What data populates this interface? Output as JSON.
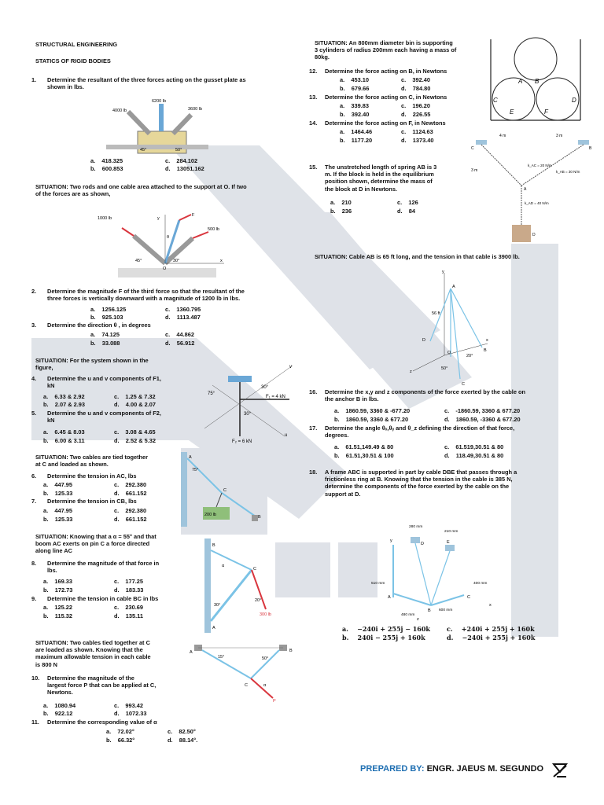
{
  "colors": {
    "accent": "#1f6fb2",
    "watermark": "#c5ccd6",
    "cable": "#7bc3e6",
    "force": "#d9363e"
  },
  "header": {
    "subject": "STRUCTURAL ENGINEERING",
    "topic": "STATICS OF RIGID BODIES"
  },
  "q1": {
    "num": "1.",
    "text1": "Determine the resultant of the three forces acting on the gusset plate as",
    "text2": "shown in lbs.",
    "a": "418.325",
    "b": "600.853",
    "c": "284.102",
    "d": "13051.162",
    "fig": {
      "f1": "6200 lb",
      "f2": "4000 lb",
      "f3": "3600 lb",
      "ang1": "45°",
      "ang2": "50°"
    }
  },
  "sit1": {
    "text1": "SITUATION: Two rods and one cable area attached to the support at O. If two",
    "text2": "of the forces are as shown,",
    "fig": {
      "f1": "1000 lb",
      "f2": "F",
      "f3": "500 lb",
      "ang1": "45°",
      "ang2": "30°",
      "theta": "θ",
      "o": "O",
      "y": "y",
      "x": "x"
    }
  },
  "q2": {
    "num": "2.",
    "text1": "Determine the magnitude F of the third force so that the resultant of the",
    "text2": "three forces is vertically downward with a magnitude of 1200 lb in lbs.",
    "a": "1256.125",
    "b": "925.103",
    "c": "1360.795",
    "d": "1113.487"
  },
  "q3": {
    "num": "3.",
    "text": "Determine the direction θ , in degrees",
    "a": "74.125",
    "b": "33.088",
    "c": "44.862",
    "d": "56.912"
  },
  "sit2": {
    "text1": "SITUATION: For the system shown in the",
    "text2": "figure,",
    "fig": {
      "v": "v",
      "u": "u",
      "f1": "F₁ = 4 kN",
      "f2": "F₂ = 6 kN",
      "a1": "75°",
      "a2": "30°",
      "a3": "30°"
    }
  },
  "q4": {
    "num": "4.",
    "text1": "Determine the u and v components of F1,",
    "text2": "kN",
    "a": "6.33 & 2.92",
    "b": "2.07 & 2.93",
    "c": "1.25 & 7.32",
    "d": "4.00 & 2.07"
  },
  "q5": {
    "num": "5.",
    "text": "Determine the u and v components of F2,",
    "text2": "kN",
    "a": "6.45 & 8.03",
    "b": "6.00 & 3.11",
    "c": "3.08 & 4.65",
    "d": "2.52 & 5.32"
  },
  "sit3": {
    "text1": "SITUATION: Two cables are tied together",
    "text2": "at C and loaded as shown.",
    "fig": {
      "load": "200 lb",
      "a": "A",
      "b": "B",
      "c": "C",
      "ang": "75°"
    }
  },
  "q6": {
    "num": "6.",
    "text": "Determine the tension in AC, lbs",
    "a": "447.95",
    "b": "125.33",
    "c": "292.380",
    "d": "661.152"
  },
  "q7": {
    "num": "7.",
    "text": "Determine the tension in CB, lbs",
    "a": "447.95",
    "b": "125.33",
    "c": "292.380",
    "d": "661.152"
  },
  "sit4": {
    "text1": "SITUATION: Knowing that a α = 55° and that",
    "text2": "boom AC exerts on pin C a force directed",
    "text3": "along line AC",
    "fig": {
      "a": "A",
      "b": "B",
      "c": "C",
      "alpha": "α",
      "a1": "30°",
      "a2": "20°",
      "load": "300 lb"
    }
  },
  "q8": {
    "num": "8.",
    "text1": "Determine the magnitude of that force in",
    "text2": "lbs.",
    "a": "169.33",
    "b": "172.73",
    "c": "177.25",
    "d": "183.33"
  },
  "q9": {
    "num": "9.",
    "text": "Determine the tension in cable BC in lbs",
    "a": "125.22",
    "b": "115.32",
    "c": "230.69",
    "d": "135.11"
  },
  "sit5": {
    "text1": "SITUATION: Two cables tied together at C",
    "text2": "are loaded as shown. Knowing that the",
    "text3": "maximum allowable tension in each cable",
    "text4": "is 800 N",
    "fig": {
      "a": "A",
      "b": "B",
      "c": "C",
      "p": "P",
      "alpha": "α",
      "a1": "15°",
      "a2": "50°"
    }
  },
  "q10": {
    "num": "10.",
    "text1": "Determine the magnitude of the",
    "text2": "largest force P that can be applied at C,",
    "text3": "Newtons.",
    "a": "1080.94",
    "b": "922.12",
    "c": "993.42",
    "d": "1072.33"
  },
  "q11": {
    "num": "11.",
    "text": "Determine the corresponding value of α",
    "a": "72.02°",
    "b": "66.32°",
    "c": "82.50°",
    "d": "88.14°."
  },
  "sit6": {
    "text1": "SITUATION: An 800mm diameter bin is supporting",
    "text2": "3 cylinders of radius 200mm each having a mass of",
    "text3": "80kg.",
    "fig": {
      "a": "A",
      "b": "B",
      "c": "C",
      "d": "D",
      "e": "E",
      "f": "F"
    }
  },
  "q12": {
    "num": "12.",
    "text": "Determine the force acting on B, in Newtons",
    "a": "453.10",
    "b": "679.66",
    "c": "392.40",
    "d": "784.80"
  },
  "q13": {
    "num": "13.",
    "text": "Determine the force acting on C, in Newtons",
    "a": "339.83",
    "b": "392.40",
    "c": "196.20",
    "d": "226.55"
  },
  "q14": {
    "num": "14.",
    "text": "Determine the force acting on F, in Newtons",
    "a": "1464.46",
    "b": "1177.20",
    "c": "1124.63",
    "d": "1373.40"
  },
  "q15": {
    "num": "15.",
    "text1": "The unstretched length of spring AB is 3",
    "text2": "m. If the block is held in the equilibrium",
    "text3": "position shown, determine the mass of",
    "text4": "the block at D in Newtons.",
    "a": "210",
    "b": "236",
    "c": "126",
    "d": "84",
    "fig": {
      "k1": "k_AC = 20 N/m",
      "k2": "k_AB = 30 N/m",
      "k3": "k_AD = 40 N/m",
      "d1": "3 m",
      "d2": "4 m",
      "d3": "3 m",
      "a": "A",
      "b": "B",
      "c": "C",
      "d": "D"
    }
  },
  "sit7": {
    "text": "SITUATION: Cable AB is 65 ft long, and the tension in that cable is 3900 lb.",
    "fig": {
      "y": "y",
      "a": "A",
      "b": "B",
      "c": "C",
      "d": "D",
      "o": "O",
      "z": "z",
      "x": "x",
      "h": "56 ft",
      "a1": "20°",
      "a2": "50°"
    }
  },
  "q16": {
    "num": "16.",
    "text1": "Determine the x,y and z components of the force exerted by the cable on",
    "text2": "the anchor B in lbs.",
    "a": "1860.59, 3360 & -677.20",
    "b": "1860.59, 3360 & 677.20",
    "c": "-1860.59, 3360 & 677.20",
    "d": "1860.59, -3360 & 677.20"
  },
  "q17": {
    "num": "17.",
    "text1": "Determine the angle θₓ,θᵧ and θ_z defining the direction of that force,",
    "text2": "degrees.",
    "a": "61.51,149.49 & 80",
    "b": "61.51,30.51 & 100",
    "c": "61.519,30.51 & 80",
    "d": "118.49,30.51 & 80"
  },
  "q18": {
    "num": "18.",
    "text1": "A frame ABC is supported in part by cable DBE that passes through a",
    "text2": "frictionless ring at B. Knowing that the tension in the cable is 385 N,",
    "text3": "determine the components of the force exerted by the cable on the",
    "text4": "support at D.",
    "a": "−240i + 255j − 160k",
    "b": "240i − 255j + 160k",
    "c": "+240i + 255j + 160k",
    "d": "−240i + 255j + 160k",
    "fig": {
      "d1": "280 mm",
      "d2": "210 mm",
      "d3": "510 mm",
      "d4": "400 mm",
      "d5": "480 mm",
      "d6": "600 mm",
      "a": "A",
      "b": "B",
      "c": "C",
      "d": "D",
      "e": "E",
      "x": "x",
      "y": "y",
      "z": "z"
    }
  },
  "footer": {
    "label": "PREPARED BY:",
    "name": "ENGR. JAEUS M. SEGUNDO"
  },
  "labels": {
    "a": "a.",
    "b": "b.",
    "c": "c.",
    "d": "d."
  }
}
